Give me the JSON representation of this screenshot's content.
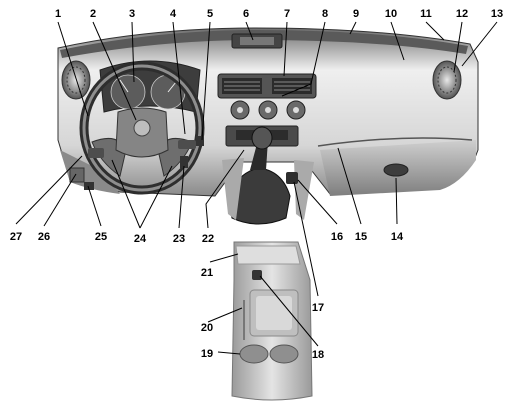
{
  "callouts": {
    "c1": "1",
    "c2": "2",
    "c3": "3",
    "c4": "4",
    "c5": "5",
    "c6": "6",
    "c7": "7",
    "c8": "8",
    "c9": "9",
    "c10": "10",
    "c11": "11",
    "c12": "12",
    "c13": "13",
    "c14": "14",
    "c15": "15",
    "c16": "16",
    "c17": "17",
    "c18": "18",
    "c19": "19",
    "c20": "20",
    "c21": "21",
    "c22": "22",
    "c23": "23",
    "c24": "24",
    "c25": "25",
    "c26": "26",
    "c27": "27"
  },
  "colors": {
    "line": "#000000",
    "panel_light": "#f2f2f2",
    "panel_mid": "#d9d9d9",
    "panel_dark": "#7a7a7a",
    "trim_dark": "#4a4a4a"
  }
}
